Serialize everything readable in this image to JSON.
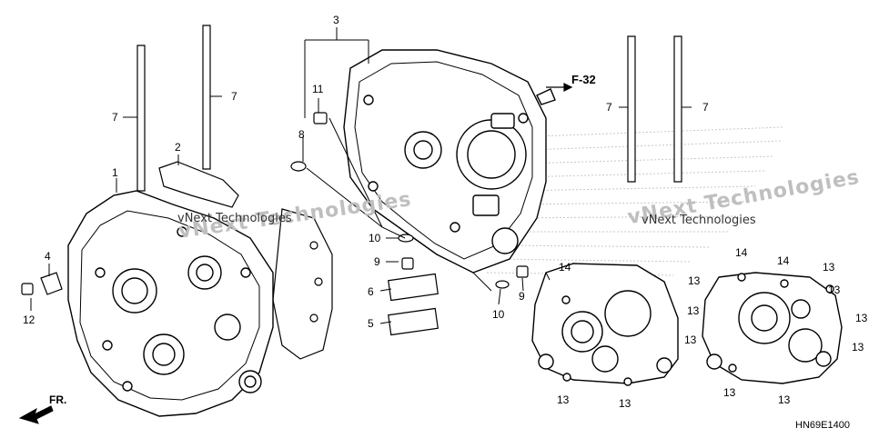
{
  "diagram": {
    "part_labels": [
      "1",
      "2",
      "3",
      "4",
      "5",
      "6",
      "7",
      "7",
      "7",
      "7",
      "8",
      "9",
      "9",
      "10",
      "10",
      "11",
      "12",
      "13",
      "13",
      "13",
      "13",
      "13",
      "13",
      "13",
      "13",
      "13",
      "13",
      "13",
      "14",
      "14",
      "14"
    ],
    "reference": "F-32",
    "front_arrow": "FR.",
    "diagram_code": "HN69E1400",
    "watermarks": [
      "vNext Technologies",
      "vNext Technologies",
      "vNext Technologies",
      "vNext Technologies"
    ],
    "ink_color": "#000000",
    "watermark_color": "#bfbfbf"
  }
}
